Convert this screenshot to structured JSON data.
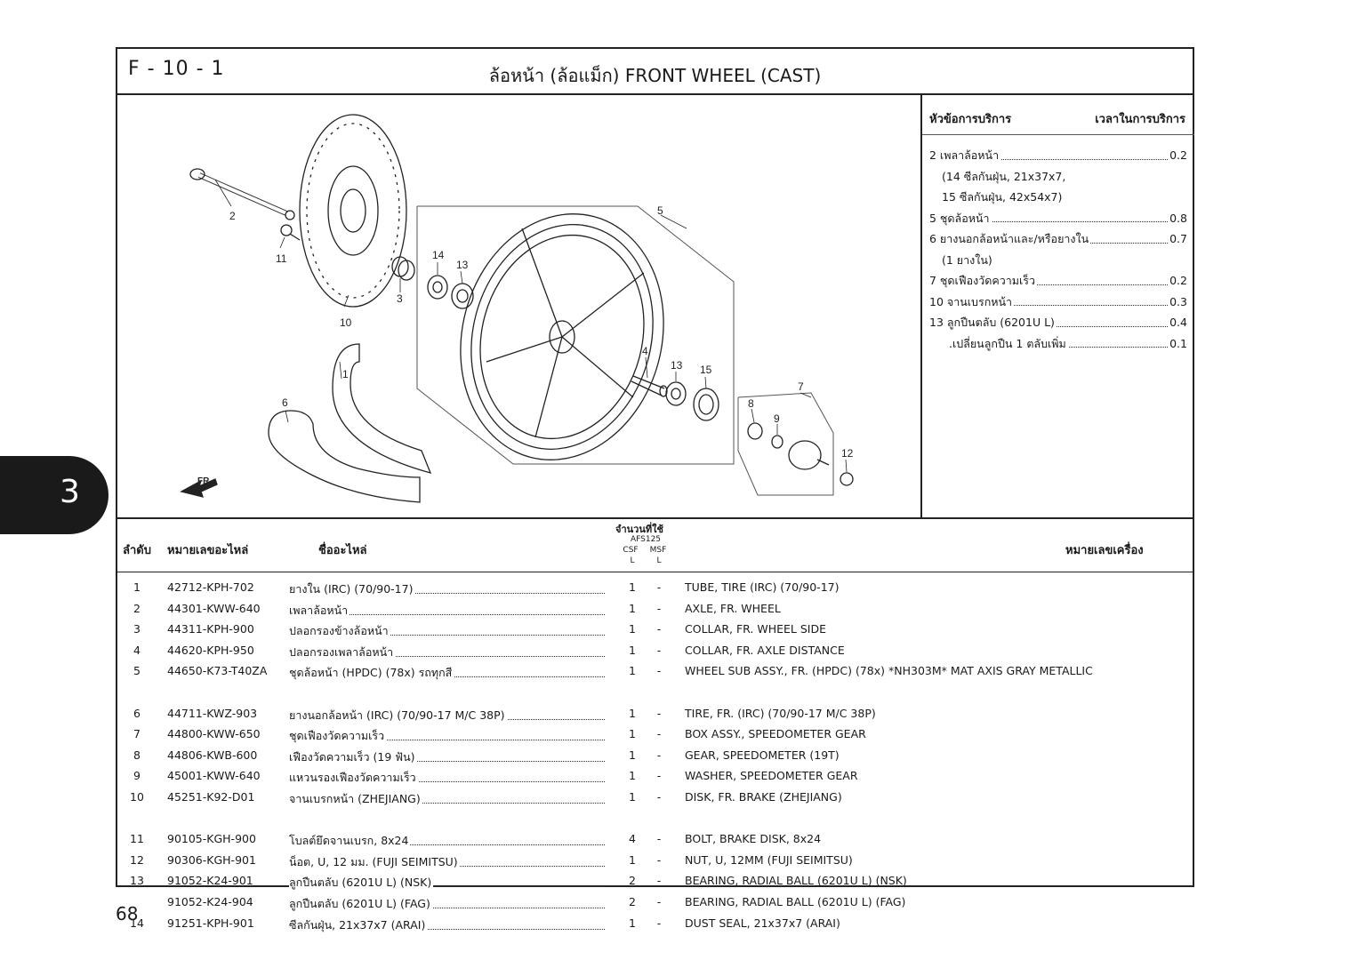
{
  "page_code": "F - 10 - 1",
  "title": "ล้อหน้า (ล้อแม็ก)  FRONT WHEEL (CAST)",
  "chapter": "3",
  "page_number": "68",
  "diagram": {
    "callouts": [
      "1",
      "2",
      "3",
      "4",
      "5",
      "6",
      "7",
      "8",
      "9",
      "10",
      "11",
      "12",
      "13",
      "14",
      "13",
      "15"
    ],
    "fr_mark": "FR."
  },
  "service": {
    "header_topic": "หัวข้อการบริการ",
    "header_time": "เวลาในการบริการ",
    "rows": [
      {
        "label": "2 เพลาล้อหน้า",
        "time": "0.2"
      },
      {
        "label": "(14 ซีลกันฝุ่น, 21x37x7,",
        "time": ""
      },
      {
        "label": "15 ซีลกันฝุ่น, 42x54x7)",
        "time": ""
      },
      {
        "label": "5 ชุดล้อหน้า",
        "time": "0.8"
      },
      {
        "label": "6 ยางนอกล้อหน้าและ/หรือยางใน",
        "time": "0.7"
      },
      {
        "label": "(1 ยางใน)",
        "time": ""
      },
      {
        "label": "7 ชุดเฟืองวัดความเร็ว",
        "time": "0.2"
      },
      {
        "label": "10 จานเบรกหน้า",
        "time": "0.3"
      },
      {
        "label": "13 ลูกปืนตลับ (6201U L)",
        "time": "0.4"
      },
      {
        "label": ".เปลี่ยนลูกปืน 1 ตลับเพิ่ม",
        "time": "0.1"
      }
    ]
  },
  "table": {
    "col_no": "ลำดับ",
    "col_part": "หมายเลขอะไหล่",
    "col_name": "ชื่ออะไหล่",
    "col_qty": "จำนวนที่ใช้",
    "col_model": "AFS125",
    "col_csf": "CSF",
    "col_msf": "MSF",
    "col_l1": "L",
    "col_l2": "L",
    "col_frame": "หมายเลขเครื่อง",
    "rows": [
      {
        "no": "1",
        "part": "42712-KPH-702",
        "th": "ยางใน (IRC) (70/90-17)",
        "q1": "1",
        "q2": "-",
        "en": "TUBE, TIRE (IRC) (70/90-17)"
      },
      {
        "no": "2",
        "part": "44301-KWW-640",
        "th": "เพลาล้อหน้า",
        "q1": "1",
        "q2": "-",
        "en": "AXLE, FR. WHEEL"
      },
      {
        "no": "3",
        "part": "44311-KPH-900",
        "th": "ปลอกรองข้างล้อหน้า",
        "q1": "1",
        "q2": "-",
        "en": "COLLAR, FR. WHEEL SIDE"
      },
      {
        "no": "4",
        "part": "44620-KPH-950",
        "th": "ปลอกรองเพลาล้อหน้า",
        "q1": "1",
        "q2": "-",
        "en": "COLLAR, FR. AXLE DISTANCE"
      },
      {
        "no": "5",
        "part": "44650-K73-T40ZA",
        "th": "ชุดล้อหน้า (HPDC) (78x) รถทุกสี",
        "q1": "1",
        "q2": "-",
        "en": "WHEEL SUB ASSY., FR. (HPDC) (78x) *NH303M* MAT AXIS GRAY METALLIC"
      },
      {
        "no": "6",
        "part": "44711-KWZ-903",
        "th": "ยางนอกล้อหน้า (IRC) (70/90-17 M/C 38P)",
        "q1": "1",
        "q2": "-",
        "en": "TIRE, FR. (IRC) (70/90-17 M/C 38P)"
      },
      {
        "no": "7",
        "part": "44800-KWW-650",
        "th": "ชุดเฟืองวัดความเร็ว",
        "q1": "1",
        "q2": "-",
        "en": "BOX ASSY., SPEEDOMETER GEAR"
      },
      {
        "no": "8",
        "part": "44806-KWB-600",
        "th": "เฟืองวัดความเร็ว (19 ฟัน)",
        "q1": "1",
        "q2": "-",
        "en": "GEAR, SPEEDOMETER (19T)"
      },
      {
        "no": "9",
        "part": "45001-KWW-640",
        "th": "แหวนรองเฟืองวัดความเร็ว",
        "q1": "1",
        "q2": "-",
        "en": "WASHER, SPEEDOMETER GEAR"
      },
      {
        "no": "10",
        "part": "45251-K92-D01",
        "th": "จานเบรกหน้า (ZHEJIANG)",
        "q1": "1",
        "q2": "-",
        "en": "DISK, FR. BRAKE (ZHEJIANG)"
      },
      {
        "no": "11",
        "part": "90105-KGH-900",
        "th": "โบลต์ยึดจานเบรก, 8x24",
        "q1": "4",
        "q2": "-",
        "en": "BOLT, BRAKE DISK, 8x24"
      },
      {
        "no": "12",
        "part": "90306-KGH-901",
        "th": "น็อต, U, 12 มม. (FUJI SEIMITSU)",
        "q1": "1",
        "q2": "-",
        "en": "NUT, U, 12MM (FUJI SEIMITSU)"
      },
      {
        "no": "13",
        "part": "91052-K24-901",
        "th": "ลูกปืนตลับ (6201U L) (NSK)",
        "q1": "2",
        "q2": "-",
        "en": "BEARING, RADIAL BALL (6201U L) (NSK)"
      },
      {
        "no": "",
        "part": "91052-K24-904",
        "th": "ลูกปืนตลับ (6201U L) (FAG)",
        "q1": "2",
        "q2": "-",
        "en": "BEARING, RADIAL BALL (6201U L) (FAG)"
      },
      {
        "no": "14",
        "part": "91251-KPH-901",
        "th": "ซีลกันฝุ่น, 21x37x7 (ARAI)",
        "q1": "1",
        "q2": "-",
        "en": "DUST SEAL, 21x37x7 (ARAI)"
      }
    ]
  }
}
